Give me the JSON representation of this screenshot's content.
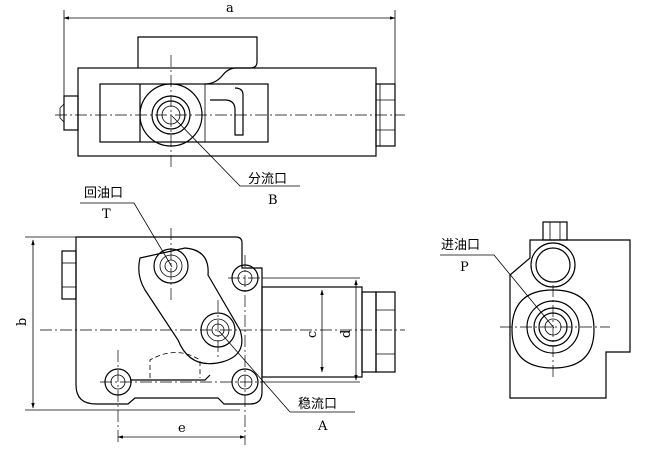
{
  "dimensions": {
    "a": "a",
    "b": "b",
    "c": "c",
    "d": "d",
    "e": "e"
  },
  "ports": {
    "B": {
      "name": "分流口",
      "letter": "B"
    },
    "T": {
      "name": "回油口",
      "letter": "T"
    },
    "A": {
      "name": "稳流口",
      "letter": "A"
    },
    "P": {
      "name": "进油口",
      "letter": "P"
    }
  }
}
